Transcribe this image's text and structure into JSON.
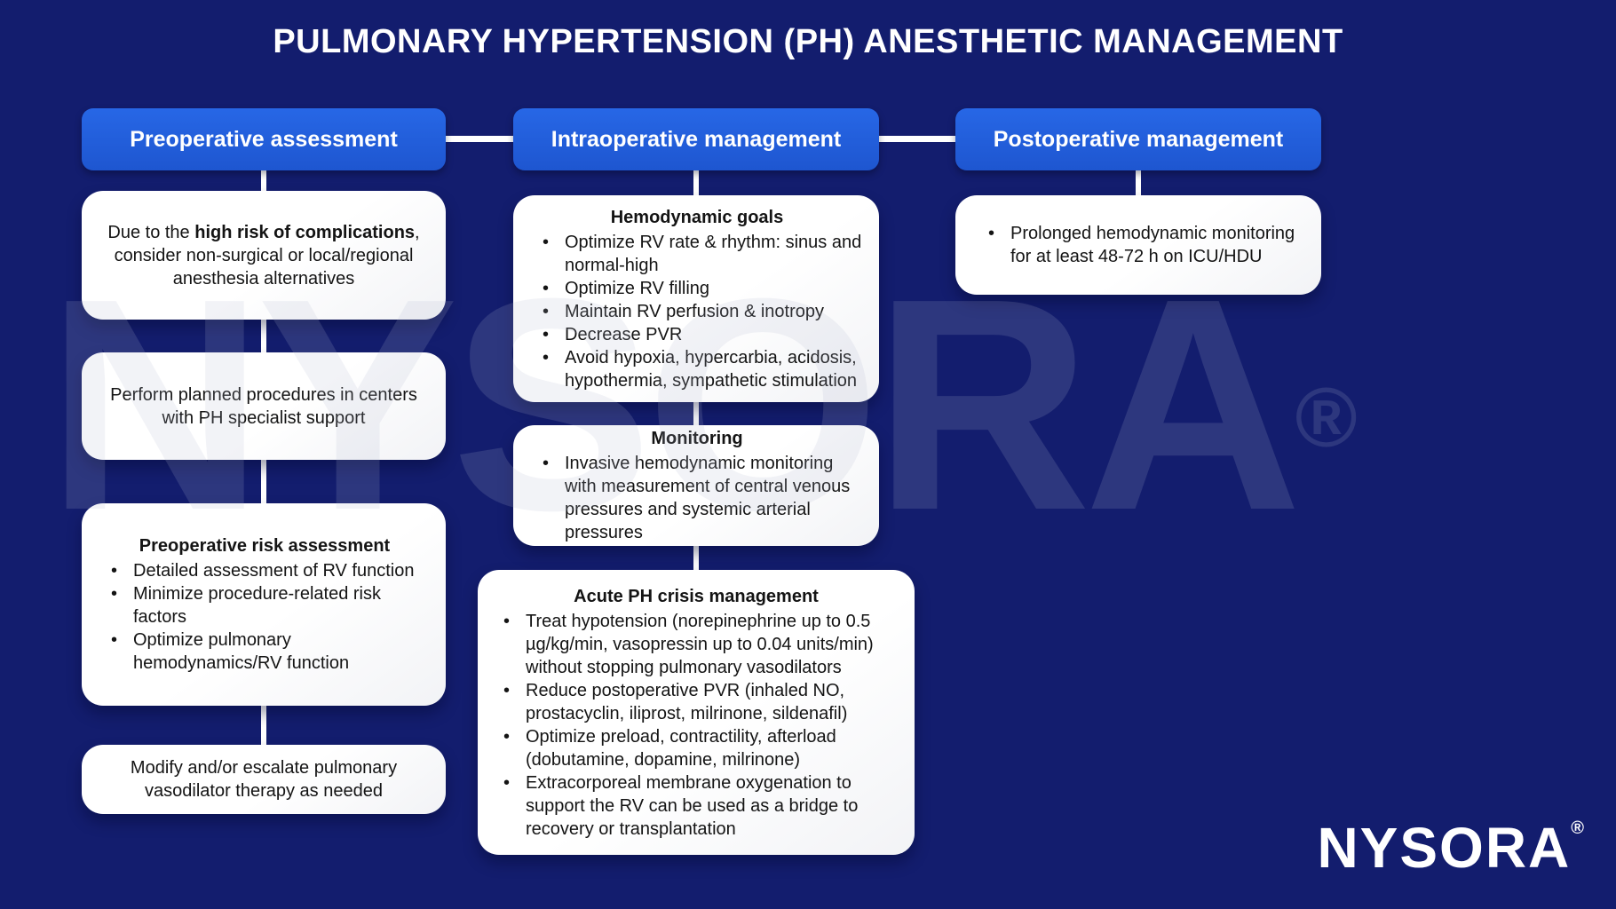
{
  "title": "PULMONARY HYPERTENSION (PH) ANESTHETIC MANAGEMENT",
  "watermark": {
    "text": "NYSORA",
    "reg": "®"
  },
  "brand": {
    "text": "NYSORA",
    "reg": "®"
  },
  "colors": {
    "background": "#131d6e",
    "pill_blue": "#1e56d0",
    "pill_blue_light": "#2767e6",
    "box_white": "#ffffff",
    "text_dark": "#141414",
    "line_white": "#ffffff"
  },
  "columns": [
    {
      "header": "Preoperative assessment",
      "boxes": {
        "alternatives": {
          "prefix": "Due to the ",
          "bold": "high risk of complications",
          "suffix": ", consider non-surgical or local/regional anesthesia alternatives"
        },
        "centers": {
          "text": "Perform planned procedures in centers with PH specialist support"
        },
        "risk_assessment": {
          "heading": "Preoperative risk assessment",
          "bullets": [
            "Detailed assessment of RV function",
            "Minimize procedure-related risk factors",
            "Optimize pulmonary hemodynamics/RV function"
          ]
        },
        "vasodilator": {
          "text": "Modify and/or escalate pulmonary vasodilator therapy as needed"
        }
      }
    },
    {
      "header": "Intraoperative management",
      "boxes": {
        "hemodynamic_goals": {
          "heading": "Hemodynamic goals",
          "bullets": [
            "Optimize RV rate & rhythm: sinus and normal-high",
            "Optimize RV filling",
            "Maintain RV perfusion & inotropy",
            "Decrease PVR",
            "Avoid hypoxia, hypercarbia, acidosis, hypothermia, sympathetic stimulation"
          ]
        },
        "monitoring": {
          "heading": "Monitoring",
          "bullets": [
            "Invasive hemodynamic monitoring with measurement of central venous pressures and systemic arterial pressures"
          ]
        },
        "crisis": {
          "heading": "Acute PH crisis management",
          "bullets": [
            "Treat hypotension (norepinephrine up to 0.5 µg/kg/min, vasopressin up to 0.04 units/min) without stopping pulmonary vasodilators",
            "Reduce postoperative PVR (inhaled NO, prostacyclin, iliprost, milrinone, sildenafil)",
            "Optimize preload, contractility, afterload (dobutamine, dopamine, milrinone)",
            "Extracorporeal membrane oxygenation to support the RV can be used as a bridge to recovery or transplantation"
          ]
        }
      }
    },
    {
      "header": "Postoperative management",
      "boxes": {
        "postop": {
          "bullets": [
            "Prolonged hemodynamic monitoring for at least 48-72 h on ICU/HDU"
          ]
        }
      }
    }
  ]
}
